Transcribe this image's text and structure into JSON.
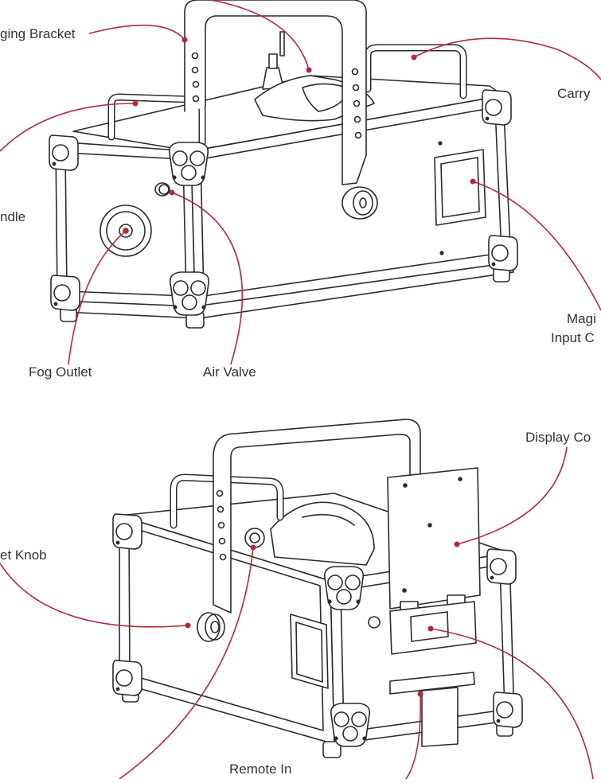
{
  "diagram": {
    "top_labels": {
      "hanging_bracket": "ging Bracket",
      "carry": "Carry",
      "handle": "ndle",
      "magnetic_line1": "Magi",
      "magnetic_line2": "Input C",
      "fog_outlet": "Fog Outlet",
      "air_valve": "Air Valve"
    },
    "bottom_labels": {
      "display_cover": "Display Co",
      "bracket_knob": "et Knob",
      "remote_in": "Remote In"
    },
    "colors": {
      "callout": "#b5283a",
      "outline": "#2b2b2b",
      "text": "#333333",
      "background": "#ffffff"
    }
  }
}
